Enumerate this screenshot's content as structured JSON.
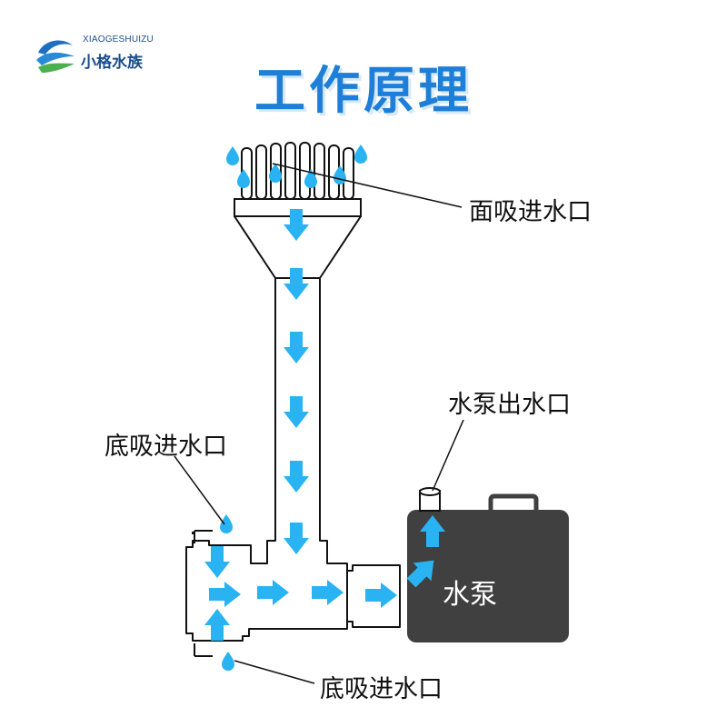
{
  "brand": {
    "latin": "XIAOGESHUIZU",
    "name": "小格水族",
    "logo_colors": {
      "blue": "#1f6fc0",
      "green": "#4caf50"
    }
  },
  "title": "工作原理",
  "labels": {
    "surface_inlet": "面吸进水口",
    "pump_outlet": "水泵出水口",
    "bottom_inlet_upper": "底吸进水口",
    "bottom_inlet_lower": "底吸进水口",
    "pump": "水泵"
  },
  "colors": {
    "arrow": "#29b3f2",
    "droplet": "#29b3f2",
    "pump_body": "#404040",
    "title": "#1e7fd8",
    "outline": "#111111"
  }
}
